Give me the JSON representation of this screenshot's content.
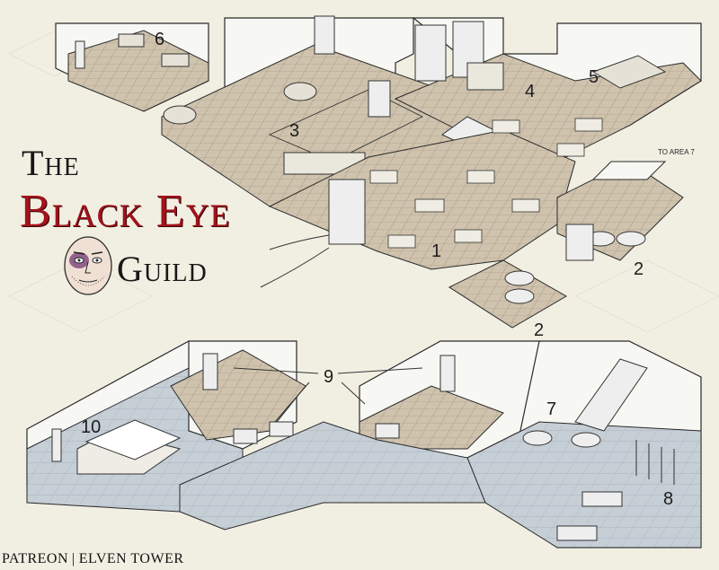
{
  "title": {
    "line1": "The",
    "line2": "Black Eye",
    "line3": "Guild",
    "accent_color": "#a3121b"
  },
  "area_labels": [
    {
      "id": "1",
      "text": "1"
    },
    {
      "id": "2a",
      "text": "2"
    },
    {
      "id": "2b",
      "text": "2"
    },
    {
      "id": "3",
      "text": "3"
    },
    {
      "id": "4",
      "text": "4"
    },
    {
      "id": "5",
      "text": "5"
    },
    {
      "id": "6",
      "text": "6"
    },
    {
      "id": "7",
      "text": "7"
    },
    {
      "id": "8",
      "text": "8"
    },
    {
      "id": "9",
      "text": "9"
    },
    {
      "id": "10",
      "text": "10"
    }
  ],
  "connector_note": "TO AREA 7",
  "footer": {
    "left": "PATREON",
    "separator": "|",
    "right": "ELVEN TOWER"
  },
  "icons": [
    "bruised-face-portrait-icon"
  ],
  "colors": {
    "background": "#f1efe2",
    "wood_floor": "#cfc3ae",
    "stone_floor": "#c6ced6",
    "wall": "#f7f7f3",
    "ink": "#2a2a2a"
  }
}
